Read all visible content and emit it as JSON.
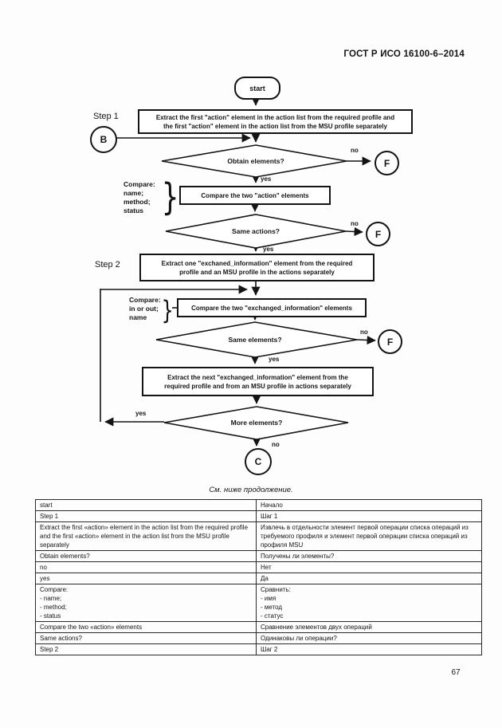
{
  "header": {
    "title": "ГОСТ Р ИСО 16100-6–2014"
  },
  "flowchart": {
    "start_label": "start",
    "step1_label": "Step 1",
    "step2_label": "Step 2",
    "connector_b": "B",
    "connector_f": "F",
    "connector_c": "C",
    "box1": "Extract the first \"action\" element in the action list from the required profile and\nthe first \"action\" element in the action list from the MSU profile separately",
    "decision1": "Obtain elements?",
    "compare_note1": "Compare:\nname;\nmethod;\nstatus",
    "box2": "Compare the two \"action\" elements",
    "decision2": "Same actions?",
    "box3": "Extract one \"exchaned_information\"  element from the required\nprofile and an MSU profile in the actions separately",
    "compare_note2": "Compare:\nin or out;\nname",
    "box4": "Compare the two \"exchanged_information\" elements",
    "decision3": "Same elements?",
    "box5": "Extract the next \"exchanged_information\" element from the\nrequired profile and from an MSU profile in actions separately",
    "decision4": "More elements?",
    "yes_label": "yes",
    "no_label": "no"
  },
  "caption": "См. ниже продолжение.",
  "table": {
    "rows": [
      {
        "en": "start",
        "ru": "Начало"
      },
      {
        "en": "Step 1",
        "ru": "Шаг 1"
      },
      {
        "en": "Extract the first «action» element in the action list from the required profile and the first «action» element in the action list from the MSU profile separately",
        "ru": "Извлечь в отдельности элемент первой операции списка операций из требуемого профиля и элемент первой операции списка операций из профиля MSU"
      },
      {
        "en": "Obtain elements?",
        "ru": "Получены ли элементы?"
      },
      {
        "en": "no",
        "ru": "Нет"
      },
      {
        "en": "yes",
        "ru": "Да"
      },
      {
        "en": "Compare:\n- name;\n- method;\n- status",
        "ru": "Сравнить:\n- имя\n- метод\n- статус"
      },
      {
        "en": "Compare the two «action» elements",
        "ru": "Сравнение элементов двух операций"
      },
      {
        "en": "Same actions?",
        "ru": "Одинаковы ли операции?"
      },
      {
        "en": "Step 2",
        "ru": "Шаг 2"
      }
    ]
  },
  "page_number": "67"
}
